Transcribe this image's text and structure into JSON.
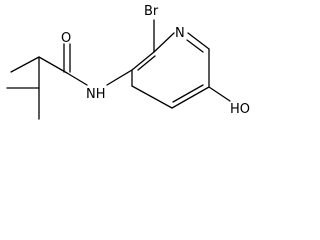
{
  "molecule": {
    "atoms": {
      "bromine": "Br",
      "pyridine_nitrogen": "N",
      "carbonyl_oxygen": "O",
      "amide_nh": "NH",
      "hydroxyl": "HO"
    },
    "colors": {
      "bonds": "#000000",
      "labels": "#000000",
      "background": "#ffffff"
    }
  }
}
